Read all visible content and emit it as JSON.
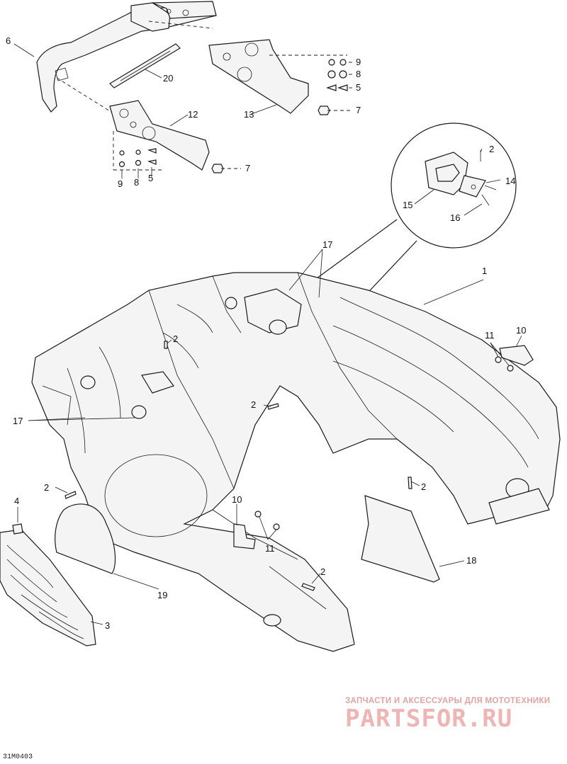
{
  "callouts": {
    "c1": "1",
    "c2a": "2",
    "c2b": "2",
    "c2c": "2",
    "c2d": "2",
    "c2e": "2",
    "c2f": "2",
    "c3": "3",
    "c4": "4",
    "c5a": "5",
    "c5b": "5",
    "c6": "6",
    "c7a": "7",
    "c7b": "7",
    "c8a": "8",
    "c8b": "8",
    "c9a": "9",
    "c9b": "9",
    "c10a": "10",
    "c10b": "10",
    "c11a": "11",
    "c11b": "11",
    "c12": "12",
    "c13": "13",
    "c14": "14",
    "c15": "15",
    "c16": "16",
    "c17a": "17",
    "c17b": "17",
    "c18": "18",
    "c19": "19",
    "c20": "20"
  },
  "watermark": {
    "tagline": "ЗАПЧАСТИ И АКСЕССУАРЫ ДЛЯ МОТОТЕХНИКИ",
    "brand": "PARTSFOR.RU"
  },
  "reference_code": "31M0403"
}
